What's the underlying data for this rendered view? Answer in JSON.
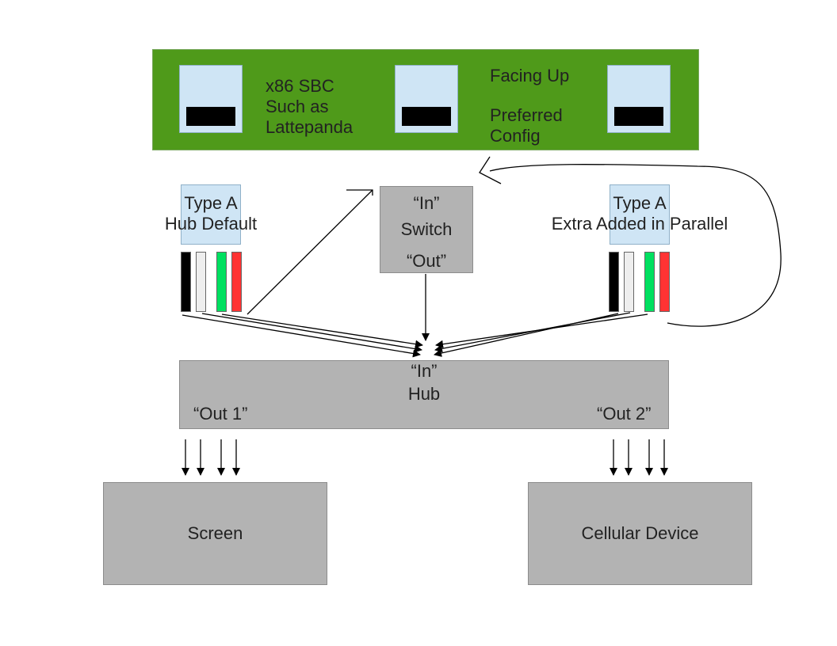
{
  "board": {
    "title_lines": [
      "x86 SBC",
      "Such as",
      "Lattepanda"
    ],
    "orientation": "Facing Up",
    "config_lines": [
      "Preferred",
      "Config"
    ]
  },
  "left_connector": {
    "line1": "Type A",
    "line2": "Hub Default"
  },
  "right_connector": {
    "line1": "Type A",
    "line2": "Extra Added in Parallel"
  },
  "switch": {
    "in": "“In”",
    "name": "Switch",
    "out": "“Out”"
  },
  "hub": {
    "in": "“In”",
    "name": "Hub",
    "out1": "“Out 1”",
    "out2": "“Out 2”"
  },
  "devices": {
    "left": "Screen",
    "right": "Cellular Device"
  },
  "colors": {
    "board_green": "#4f9a1a",
    "port_blue": "#cfe5f5",
    "box_gray": "#b3b3b3",
    "wire_black": "#000000",
    "wire_white": "#eeeeee",
    "wire_green": "#00e060",
    "wire_red": "#ff3333"
  }
}
